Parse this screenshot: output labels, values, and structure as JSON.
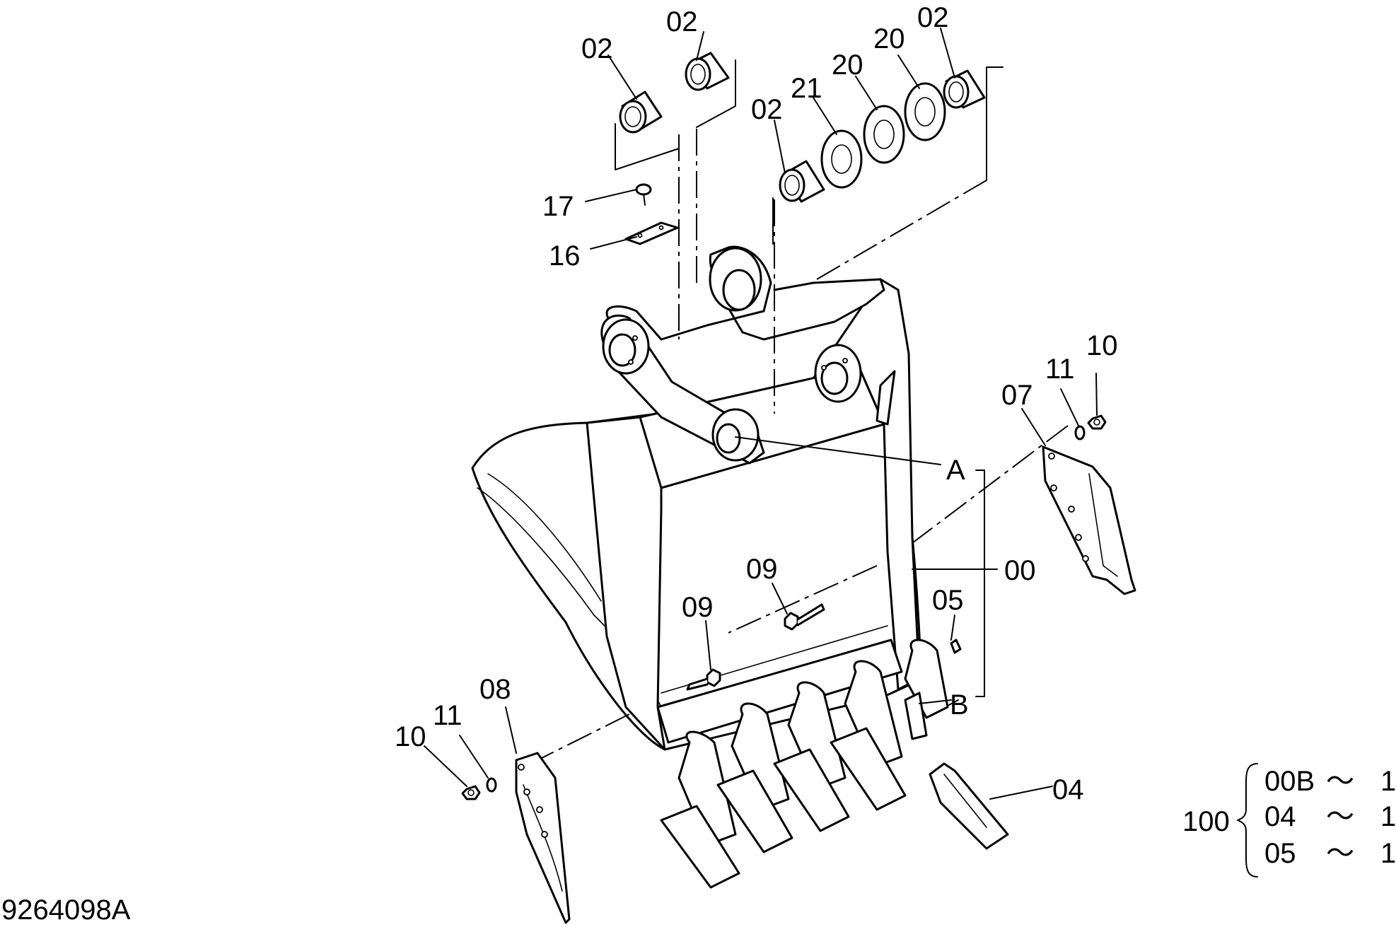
{
  "drawing_id": "9264098A",
  "callouts": {
    "c02a": "02",
    "c02b": "02",
    "c02c": "02",
    "c02d": "02",
    "c21": "21",
    "c20a": "20",
    "c20b": "20",
    "c17": "17",
    "c16": "16",
    "c10r": "10",
    "c11r": "11",
    "c07": "07",
    "cA": "A",
    "c00": "00",
    "c09a": "09",
    "c09b": "09",
    "c05": "05",
    "cB": "B",
    "c08": "08",
    "c11l": "11",
    "c10l": "10",
    "c04": "04"
  },
  "kit": {
    "number": "100",
    "rows": [
      {
        "part": "00B",
        "sym": "〜",
        "qty": "1"
      },
      {
        "part": "04",
        "sym": "〜",
        "qty": "1"
      },
      {
        "part": "05",
        "sym": "〜",
        "qty": "1"
      }
    ]
  }
}
